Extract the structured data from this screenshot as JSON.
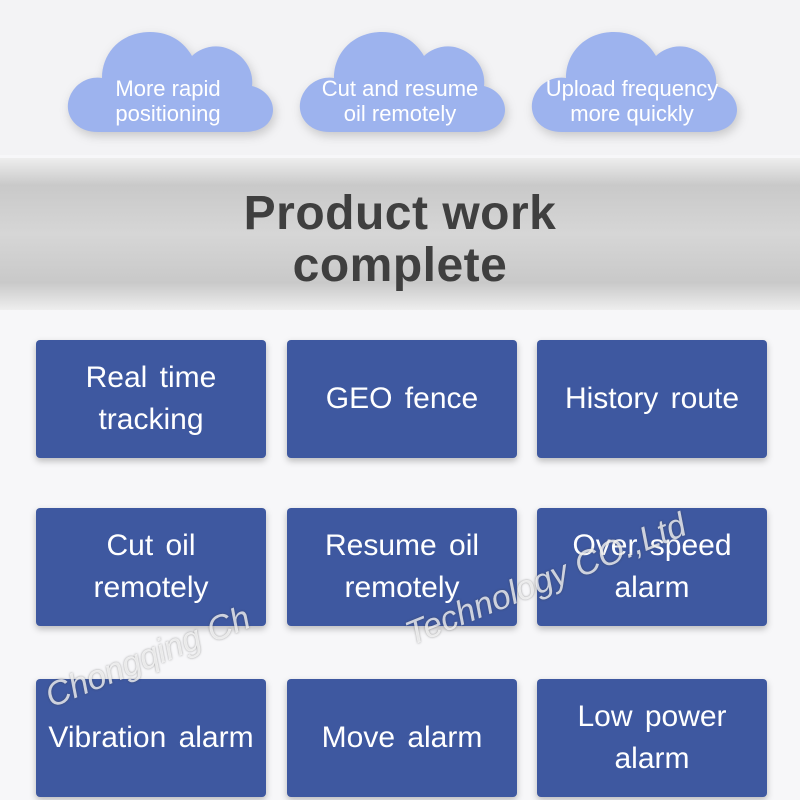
{
  "colors": {
    "cloud": "#9db3ee",
    "tile": "#3e58a0",
    "heading": "#3f3f3f"
  },
  "clouds": [
    {
      "text": "More rapid\npositioning"
    },
    {
      "text": "Cut and resume\noil remotely"
    },
    {
      "text": "Upload frequency\nmore quickly"
    }
  ],
  "heading": "Product work\ncomplete",
  "features": [
    {
      "label": "Real time\ntracking"
    },
    {
      "label": "GEO fence"
    },
    {
      "label": "History route"
    },
    {
      "label": "Cut oil\nremotely"
    },
    {
      "label": "Resume oil\nremotely"
    },
    {
      "label": "Over speed\nalarm"
    },
    {
      "label": "Vibration alarm"
    },
    {
      "label": "Move alarm"
    },
    {
      "label": "Low power\nalarm"
    }
  ],
  "watermark": {
    "line1": "Chongqing Ch",
    "line2": "Technology CO.,Ltd"
  }
}
